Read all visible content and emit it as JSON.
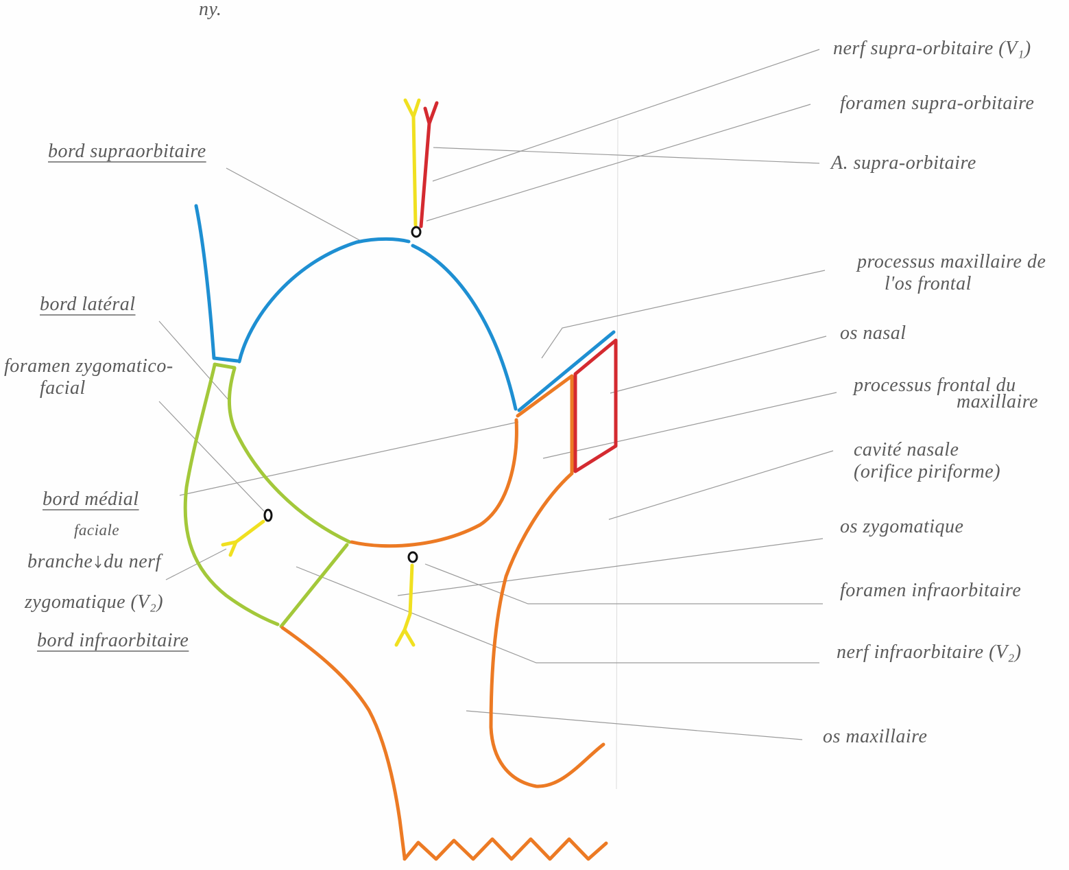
{
  "page": {
    "figure_ref": "ny."
  },
  "labels": {
    "bord_supraorbitaire": "bord supraorbitaire",
    "bord_lateral": "bord latéral",
    "foramen_zygomatico_facial": {
      "line1": "foramen zygomatico-",
      "line2": "facial"
    },
    "bord_medial": "bord médial",
    "branche_zygomatique": {
      "inserted": "faciale",
      "line1a": "branche",
      "line1b": "du nerf",
      "line2": "zygomatique",
      "nerve": "(V₂)"
    },
    "bord_infraorbitaire": "bord infraorbitaire",
    "nerf_supra_orbitaire": "nerf supra-orbitaire (V₁)",
    "foramen_supra_orbitaire": "foramen supra-orbitaire",
    "artere_supra_orbitaire": "A. supra-orbitaire",
    "processus_maxillaire_frontal": {
      "line1": "processus maxillaire de",
      "line2": "l'os frontal"
    },
    "os_nasal": "os nasal",
    "processus_frontal_maxillaire": {
      "line1": "processus frontal du",
      "line2": "maxillaire"
    },
    "cavite_nasale": {
      "line1": "cavité nasale",
      "line2": "(orifice piriforme)"
    },
    "os_zygomatique": "os zygomatique",
    "foramen_infraorbitaire": "foramen infraorbitaire",
    "nerf_infraorbitaire": "nerf infraorbitaire (V₂)",
    "os_maxillaire": "os maxillaire"
  },
  "colors": {
    "blue": "#1e8fd2",
    "green": "#a3c83a",
    "orange": "#ec7a24",
    "red": "#d42a30",
    "yellow": "#f0e020",
    "foramen": "#111111",
    "leader": "#9a9a9a",
    "label": "#5a5a5a"
  }
}
